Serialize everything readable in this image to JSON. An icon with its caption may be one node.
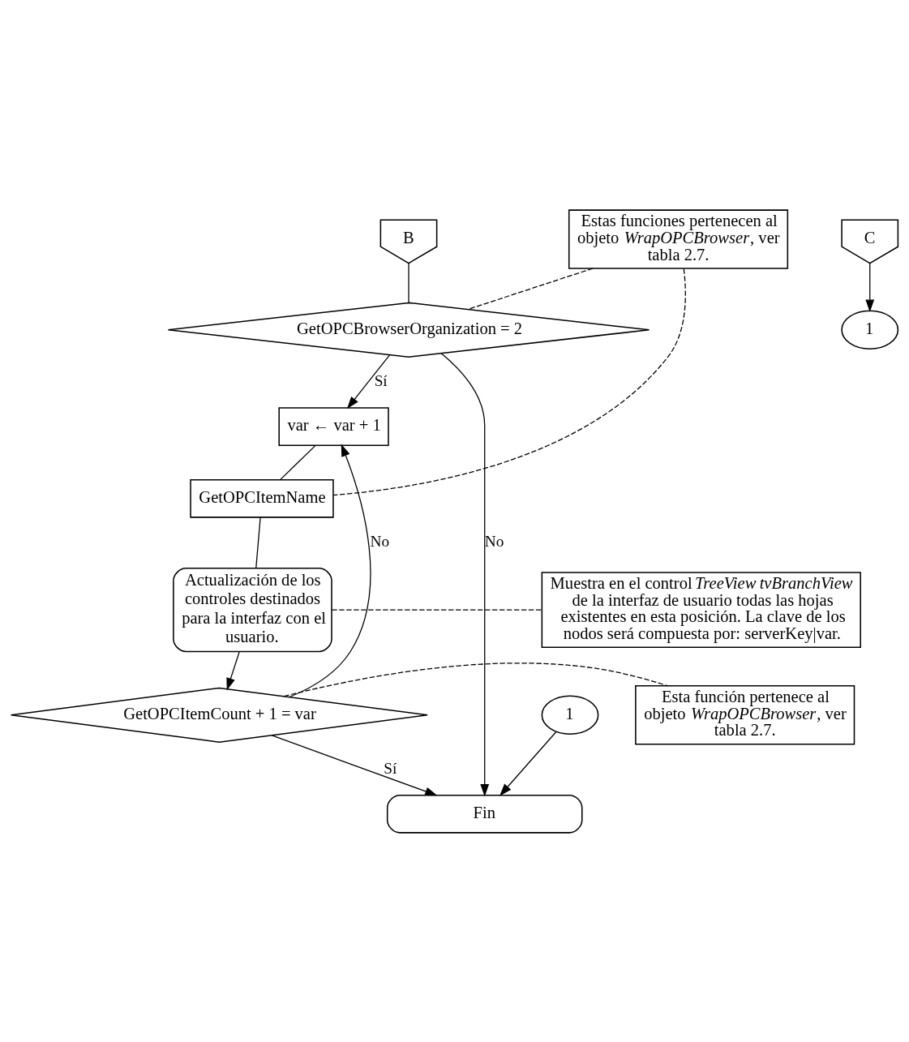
{
  "diagram": {
    "nodes": [
      {
        "text": [
          "B"
        ]
      },
      {
        "text": [
          "C"
        ]
      },
      {
        "text": [
          "1"
        ]
      },
      {
        "text": [
          "Estas funciones pertenecen al objeto *WrapOPCBrowser*, ver tabla 2.7."
        ]
      },
      {
        "text": [
          "GetOPCBrowserOrganization = 2"
        ]
      },
      {
        "text": [
          "var ← var + 1"
        ]
      },
      {
        "text": [
          "GetOPCItemName"
        ]
      },
      {
        "text": [
          "Actualización de los controles destinados para la interfaz con el usuario."
        ]
      },
      {
        "text": [
          "Muestra en el control *TreeView* *tvBranchView* de la interfaz de usuario todas las hojas existentes en esta posición. La clave de los nodos será compuesta por: serverKey|var."
        ]
      },
      {
        "text": [
          "GetOPCItemCount + 1 = var"
        ]
      },
      {
        "text": [
          "Esta función pertenece al objeto *WrapOPCBrowser*, ver tabla 2.7."
        ]
      },
      {
        "text": [
          "1"
        ]
      },
      {
        "text": [
          "Fin"
        ]
      }
    ],
    "edges": [
      {
        "from": 0,
        "to": 4,
        "arrow": "none"
      },
      {
        "from": 1,
        "to": 2,
        "arrow": "to"
      },
      {
        "from": 3,
        "to": 4,
        "arrow": "none",
        "style": "dashed"
      },
      {
        "from": 3,
        "to": 6,
        "arrow": "none",
        "style": "dashed"
      },
      {
        "from": 4,
        "to": 5,
        "arrow": "to",
        "label": "Sí"
      },
      {
        "from": 4,
        "to": 12,
        "arrow": "to",
        "label": "No"
      },
      {
        "from": 5,
        "to": 6,
        "arrow": "none"
      },
      {
        "from": 6,
        "to": 7,
        "arrow": "none"
      },
      {
        "from": 7,
        "to": 8,
        "arrow": "none",
        "style": "dashed"
      },
      {
        "from": 7,
        "to": 9,
        "arrow": "to"
      },
      {
        "from": 9,
        "to": 5,
        "arrow": "to",
        "label": "No"
      },
      {
        "from": 9,
        "to": 10,
        "arrow": "none",
        "style": "dashed"
      },
      {
        "from": 9,
        "to": 12,
        "arrow": "to",
        "label": "Sí"
      },
      {
        "from": 11,
        "to": 12,
        "arrow": "to"
      }
    ]
  }
}
